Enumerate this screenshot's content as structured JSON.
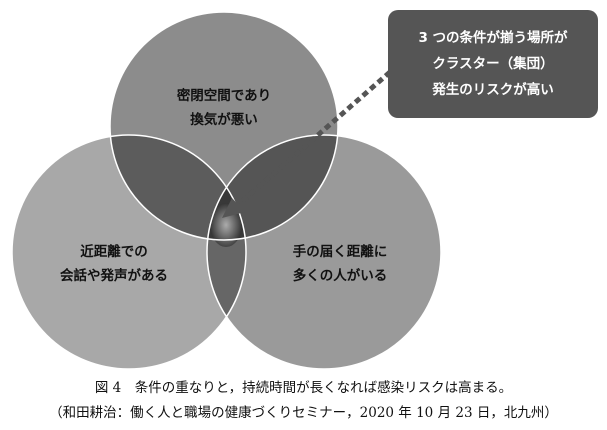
{
  "circles": {
    "top": {
      "lines": [
        "密閉空間であり",
        "換気が悪い"
      ]
    },
    "left": {
      "lines": [
        "近距離での",
        "会話や発声がある"
      ]
    },
    "right": {
      "lines": [
        "手の届く距離に",
        "多くの人がいる"
      ]
    }
  },
  "callout": {
    "lines": [
      "3 つの条件が揃う場所が",
      "クラスター（集団）",
      "発生のリスクが高い"
    ]
  },
  "caption": {
    "line1": "図 4　条件の重なりと，持続時間が長くなれば感染リスクは高まる。",
    "line2": "（和田耕治：働く人と職場の健康づくりセミナー，2020 年 10 月 23 日，北九州）"
  },
  "colors": {
    "callout_bg": "#555555",
    "arrow": "#555555"
  }
}
